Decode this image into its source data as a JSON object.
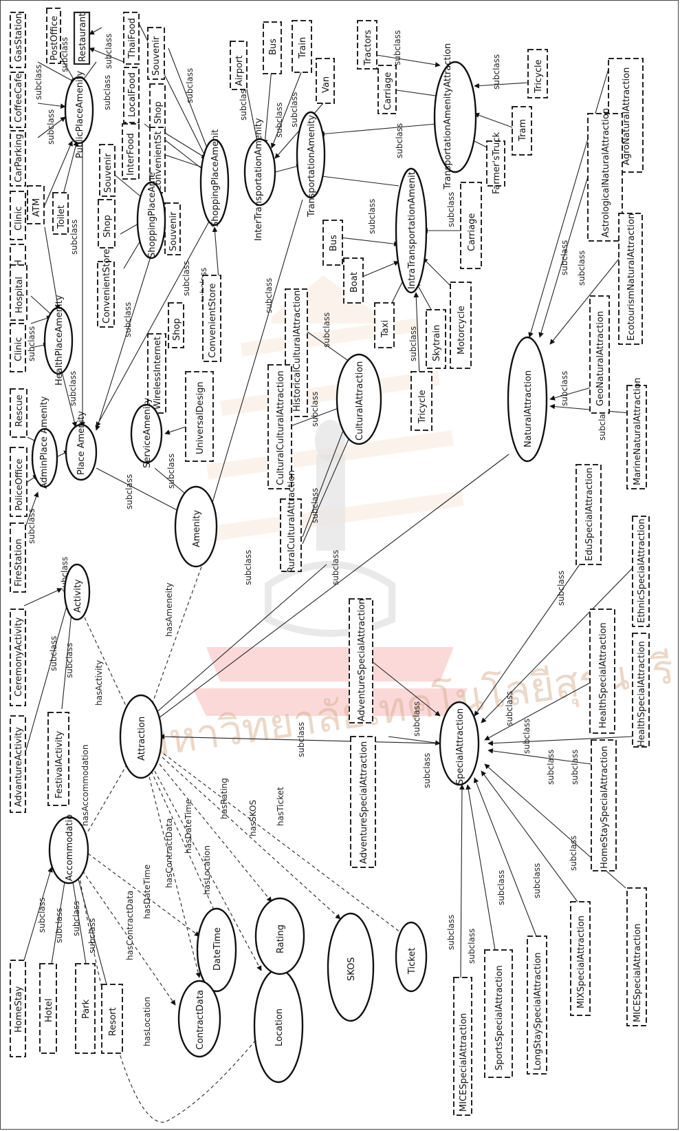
{
  "watermark_text": "มหาวิทยาลัยเทคโนโลยีสุรนารี",
  "nodes": {
    "GasStation": "GasStation",
    "PostOffice": "PostOffice",
    "Restaurant": "Restaurant",
    "ThaiFood": "ThaiFood",
    "CoffeeCafe": "CoffeeCafe",
    "CarParking": "CarParking",
    "LocalFood": "LocalFood",
    "InterFood": "InterFood",
    "Souvenir1": "Souvenir",
    "Shop1": "Shop",
    "ConvenientSt1": "ConvenientSt",
    "ShoppingPlaceAmenit": "ShoppingPlaceAmenit",
    "PublicPlaceAmenity": "PublicPlaceAmenity",
    "Toilet": "Toilet",
    "ATM": "ATM",
    "Clinic1": "Clinic",
    "Souvenir2": "Souvenir",
    "Shop2": "Shop",
    "Souvenir3": "Souvenir",
    "ShoppingPlaceAme": "ShoppingPlaceAme",
    "ConvenientStore1": "ConvenientStore",
    "PH": "PH",
    "Hospital": "Hospital",
    "Clinic2": "Clinic",
    "HealthPlaceAmenity": "HealthPlaceAmenity",
    "WirelessInternet": "WirelessInternet",
    "Shop3": "Shop",
    "ConvenientStore2": "ConvenientStore",
    "UniversalDesign": "UniversalDesign",
    "ServiceAmenity": "ServiceAmenity",
    "Rescue": "Rescue",
    "AdminPlaceAmenity": "AdminPlace Amenity",
    "PlaceAmenity": "Place Amenity",
    "PoliceOffice": "PoliceOffice",
    "FireStation": "FireStation",
    "Amenity": "Amenity",
    "Airport": "Airport",
    "Bus1": "Bus",
    "Train": "Train",
    "Van": "Van",
    "InterTransportationAmenity": "InterTransportationAmenity",
    "TransportationAmenity": "TransportationAmenity",
    "Tractors": "Tractors",
    "Carriage1": "Carriage",
    "TransportationAmenityAttraction": "TransportationAmenityAttraction",
    "Tricycle1": "Tricycle",
    "Tram": "Tram",
    "FarmersTruck": "Farmer'sTruck",
    "Bus2": "Bus",
    "Boat": "Boat",
    "Taxi": "Taxi",
    "IntraTransportationAmenity": "IntraTransportationAmenit",
    "Carriage2": "Carriage",
    "Skytrain": "Skytrain",
    "Motorcycle": "Motorcycle",
    "Tricycle2": "Tricycle",
    "HistoricalCulturalAttraction": "HistoricalCulturalAttraction",
    "CulturalCulturalAttraction": "CulturalCulturalAttraction",
    "CulturalAttraction": "CulturalAttraction",
    "RuralCulturalAttraction": "RuralCulturalAttraction",
    "AgroNaturalAttraction": "AgroNaturalAttraction",
    "AstrologicalNaturalAttraction": "AstrologicalNaturalAttraction",
    "EcotourismNaturalAttraction": "EcotourismNaturalAttraction",
    "GeoNaturalAttraction": "GeoNaturalAttraction",
    "MarineNaturalAttraction": "MarineNaturalAttraction",
    "NaturalAttraction": "NaturalAttraction",
    "CeremonyActivity": "CeremonyActivity",
    "Activity": "Activity",
    "AdvantureActivity": "AdvantureActivity",
    "FestivalActivity": "FestivalActivity",
    "Attraction": "Attraction",
    "AdventureSpecialAttraction1": "AdventureSpecialAttraction",
    "AdventureSpecialAttraction2": "AdventureSpecialAttraction",
    "SpecialAttraction": "SpecialAttraction",
    "EduSpecialAttraction": "EduSpecialAttraction",
    "EthnicSpecialAttraction": "EthnicSpecialAttraction",
    "HealthSpecialAttraction1": "HealthSpecialAttraction",
    "HealthSpecialAttraction2": "HealthSpecialAttraction",
    "HomeStaySpecialAttraction": "HomeStaySpecialAttraction",
    "MIXSpecialAttraction": "MIXSpecialAttraction",
    "MICESpecialAttraction1": "MICESpecialAttraction",
    "LongStaySpecialAttraction": "LongStaySpecialAttraction",
    "SportsSpecialAttraction": "SportsSpecialAttraction",
    "MICESpecialAttraction2": "MICESpecialAttraction",
    "Accommodation": "Accommodatio",
    "HomeStay": "HomeStay",
    "Hotel": "Hotel",
    "Park": "Park",
    "Resort": "Resort",
    "DateTime": "DateTime",
    "ContractData": "ContractData",
    "Location": "Location",
    "Rating": "Rating",
    "SKOS": "SKOS",
    "Ticket": "Ticket"
  },
  "edge_labels": {
    "subclass": "subclass",
    "hasActivity": "hasActivity",
    "hasAmeneity": "hasAmeneity",
    "hasAccommodation": "hasAccommodation",
    "hasDateTime": "hasDateTime",
    "hasContractData": "hasContractData",
    "hasLocation": "hasLocation",
    "hasRating": "hasRating",
    "hasSKOS": "hasSKOS",
    "hasTicket": "hasTicket"
  }
}
